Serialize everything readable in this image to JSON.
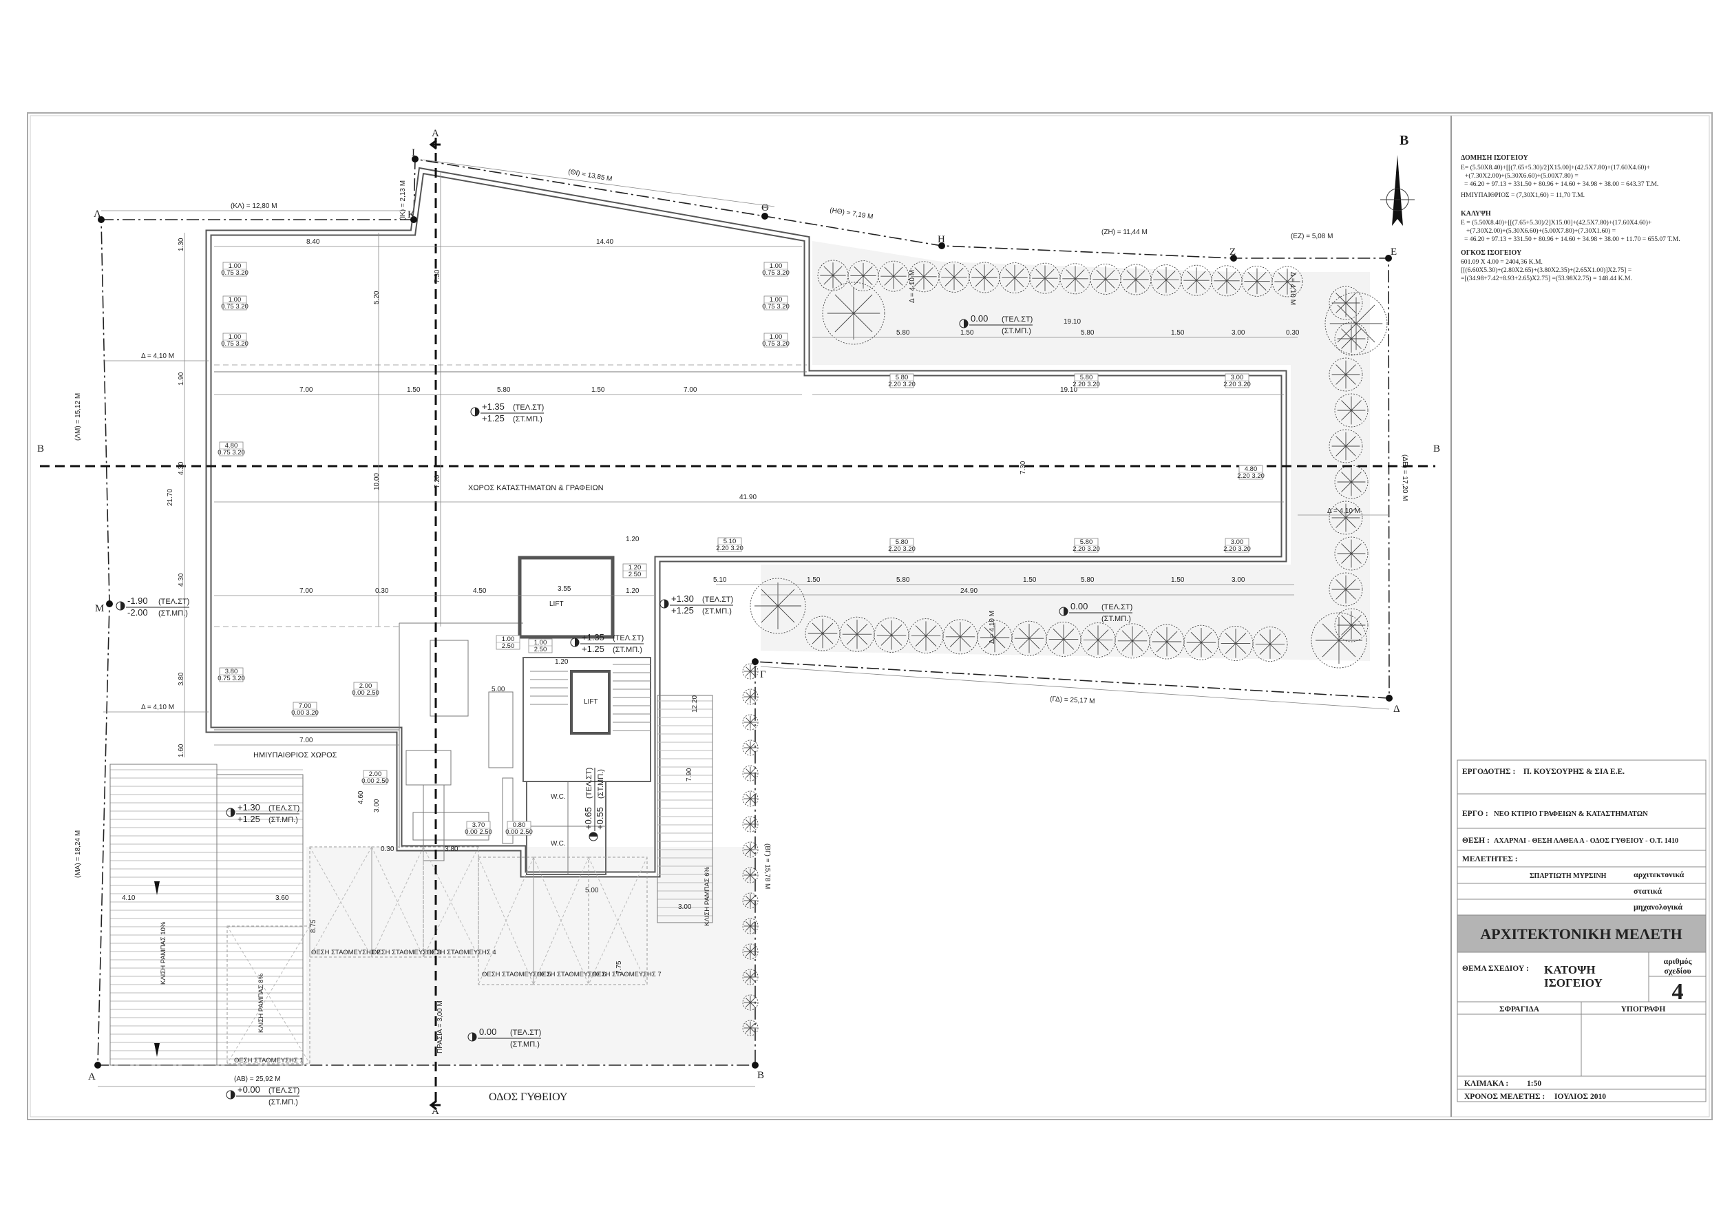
{
  "calculations": {
    "domisi_title": "ΔΟΜΗΣΗ ΙΣΟΓΕΙΟΥ",
    "domisi_lines": [
      "E= (5.50X8.40)+[[(7.65+5.30)/2]X15.00]+(42.5X7.80)+(17.60X4.60)+",
      "+(7.30X2.00)+(5.30X6.60)+(5.00X7.80) =",
      "= 46.20 + 97.13 + 331.50 + 80.96 + 14.60 + 34.98 + 38.00 = 643.37 T.M."
    ],
    "imiypaithrios": "ΗΜΙΥΠΑΙΘΡΙΟΣ = (7,30X1,60) = 11,70 T.M.",
    "kalypsi_title": "ΚΑΛΥΨΗ",
    "kalypsi_lines": [
      "E = (5.50X8.40)+[[(7.65+5.30)/2]X15.00]+(42.5X7.80)+(17.60X4.60)+",
      "+(7.30X2.00)+(5.30X6.60)+(5.00X7.80)+(7.30X1.60) =",
      "= 46.20 + 97.13 + 331.50 + 80.96 + 14.60 + 34.98 + 38.00 + 11.70 = 655.07 T.M."
    ],
    "ogkos_title": "ΟΓΚΟΣ ΙΣΟΓΕΙΟΥ",
    "ogkos_lines": [
      "601.09 X 4.00 = 2404,36 K.M.",
      "[[(6.60X5.30)+(2.80X2.65)+(3.80X2.35)+(2.65X1.00)]X2.75] =",
      "=[(34.98+7.42+8.93+2.65)X2.75] =(53.98X2.75) = 148.44 K.M."
    ]
  },
  "title_block": {
    "client_label": "ΕΡΓΟΔΟΤΗΣ :",
    "client": "Π. ΚΟΥΣΟΥΡΗΣ & ΣΙΑ Ε.Ε.",
    "project_label": "ΕΡΓΟ :",
    "project": "ΝΕΟ ΚΤΙΡΙΟ ΓΡΑΦΕΙΩΝ & ΚΑΤΑΣΤΗΜΑΤΩΝ",
    "location_label": "ΘΕΣΗ :",
    "location": "ΑΧΑΡΝΑΙ - ΘΕΣΗ ΛΑΘΕΑ Α - ΟΔΟΣ ΓΥΘΕΙΟΥ - Ο.Τ. 1410",
    "designers_label": "ΜΕΛΕΤΗΤΕΣ :",
    "designer": "ΣΠΑΡΤΙΩΤΗ ΜΥΡΣΙΝΗ",
    "disciplines": [
      "αρχιτεκτονικά",
      "στατικά",
      "μηχανολογικά"
    ],
    "study_title": "ΑΡΧΙΤΕΚΤΟΝΙΚΗ ΜΕΛΕΤΗ",
    "subject_label": "ΘΕΜΑ ΣΧΕΔΙΟΥ :",
    "subject_line1": "ΚΑΤΟΨΗ",
    "subject_line2": "ΙΣΟΓΕΙΟΥ",
    "drawing_no_label1": "αριθμός",
    "drawing_no_label2": "σχεδίου",
    "drawing_no": "4",
    "stamp_label": "ΣΦΡΑΓΙΔΑ",
    "signature_label": "ΥΠΟΓΡΑΦΗ",
    "scale_label": "ΚΛΙΜΑΚΑ :",
    "scale": "1:50",
    "date_label": "ΧΡΟΝΟΣ ΜΕΛΕΤΗΣ :",
    "date": "ΙΟΥΛΙΟΣ 2010",
    "band_color": "#b4b4b4"
  },
  "plan": {
    "north_label": "B",
    "corners": {
      "A": "A",
      "B": "B",
      "G": "Γ",
      "D": "Δ",
      "E": "E",
      "Z": "Z",
      "H": "H",
      "TH": "Θ",
      "I": "I",
      "K": "K",
      "L": "Λ",
      "M": "M"
    },
    "boundaries": {
      "KL": "(ΚΛ) = 12,80 M",
      "IK": "(ΙΚ) = 2,13 M",
      "THI": "(ΘΙ) = 13,85 M",
      "HTH": "(ΗΘ) = 7,19 M",
      "ZH": "(ΖΗ) = 11,44 M",
      "EZ": "(ΕΖ) = 5,08 M",
      "DE": "(ΔΕ) = 17,20 M",
      "GD": "(ΓΔ) = 25,17 M",
      "BG": "(ΒΓ) = 15,78 M",
      "AB": "(ΑΒ) = 25,92 M",
      "LM": "(ΛΜ) = 15,12 M",
      "MA": "(ΜΑ) = 18,24 M"
    },
    "setback": "Δ = 4,10 M",
    "sections": {
      "a": "A",
      "b": "B"
    },
    "rooms": {
      "main": "ΧΩΡΟΣ ΚΑΤΑΣΤΗΜΑΤΩΝ & ΓΡΑΦΕΙΩΝ",
      "semi_open": "ΗΜΙΥΠΑΙΘΡΙΟΣ ΧΩΡΟΣ",
      "lift": "LIFT",
      "wc": "W.C."
    },
    "parking": [
      "ΘΕΣΗ ΣΤΑΘΜΕΥΣΗΣ 1",
      "ΘΕΣΗ ΣΤΑΘΜΕΥΣΗΣ 2",
      "ΘΕΣΗ ΣΤΑΘΜΕΥΣΗΣ 3",
      "ΘΕΣΗ ΣΤΑΘΜΕΥΣΗΣ 4",
      "ΘΕΣΗ ΣΤΑΘΜΕΥΣΗΣ 5",
      "ΘΕΣΗ ΣΤΑΘΜΕΥΣΗΣ 6",
      "ΘΕΣΗ ΣΤΑΘΜΕΥΣΗΣ 7"
    ],
    "ramps": [
      "ΚΛΙΣΗ ΡΑΜΠΑΣ 10%",
      "ΚΛΙΣΗ ΡΑΜΠΑΣ 8%",
      "ΚΛΙΣΗ ΡΑΜΠΑΣ 6%"
    ],
    "front_yard": "ΠΡΑΣΙΑ = 3,00 M",
    "street": "ΟΔΟΣ ΓΥΘΕΙΟΥ",
    "level_tags": {
      "finish": "(ΤΕΛ.ΣΤ)",
      "slab": "(ΣΤ.ΜΠ.)"
    },
    "levels": [
      {
        "finish": "+1.35",
        "slab": "+1.25"
      },
      {
        "finish": "0.00",
        "slab": ""
      },
      {
        "finish": "-1.90",
        "slab": "-2.00"
      },
      {
        "finish": "+1.30",
        "slab": "+1.25"
      },
      {
        "finish": "+1.35",
        "slab": "+1.25"
      },
      {
        "finish": "+1.30",
        "slab": "+1.25"
      },
      {
        "finish": "+0.65",
        "slab": "+0.55"
      },
      {
        "finish": "0.00",
        "slab": ""
      },
      {
        "finish": "0.00",
        "slab": ""
      },
      {
        "finish": "+0.00",
        "slab": ""
      }
    ],
    "dims": [
      "8.40",
      "14.40",
      "7.00",
      "1.50",
      "5.80",
      "1.50",
      "7.00",
      "41.90",
      "19.10",
      "19.10",
      "5.80",
      "1.50",
      "5.80",
      "1.50",
      "3.00",
      "0.30",
      "1.30",
      "1.90",
      "4.30",
      "21.70",
      "4.30",
      "3.80",
      "1.60",
      "5.20",
      "7.30",
      "10.00",
      "7.20",
      "7.30",
      "7.00",
      "0.30",
      "4.50",
      "3.55",
      "1.20",
      "24.90",
      "5.10",
      "1.50",
      "5.80",
      "1.50",
      "5.80",
      "1.50",
      "3.00",
      "1.20",
      "5.00",
      "7.00",
      "3.60",
      "4.10",
      "8.75",
      "7.75",
      "12.20",
      "7.90",
      "3.00",
      "5.00",
      "3.80",
      "0.30",
      "4.60",
      "3.00",
      "1.20"
    ],
    "openings": [
      [
        "1.00",
        "0.75 3.20"
      ],
      [
        "1.00",
        "0.75 3.20"
      ],
      [
        "1.00",
        "0.75 3.20"
      ],
      [
        "1.00",
        "0.75 3.20"
      ],
      [
        "1.00",
        "0.75 3.20"
      ],
      [
        "1.00",
        "0.75 3.20"
      ],
      [
        "4.80",
        "0.75 3.20"
      ],
      [
        "3.80",
        "0.75 3.20"
      ],
      [
        "7.00",
        "0.00 3.20"
      ],
      [
        "2.00",
        "0.00 2.50"
      ],
      [
        "2.00",
        "0.00 2.50"
      ],
      [
        "5.80",
        "2.20 3.20"
      ],
      [
        "5.80",
        "2.20 3.20"
      ],
      [
        "3.00",
        "2.20 3.20"
      ],
      [
        "4.80",
        "2.20 3.20"
      ],
      [
        "5.10",
        "2.20 3.20"
      ],
      [
        "5.80",
        "2.20 3.20"
      ],
      [
        "5.80",
        "2.20 3.20"
      ],
      [
        "3.00",
        "2.20 3.20"
      ],
      [
        "3.70",
        "0.00 2.50"
      ],
      [
        "0.80",
        "0.00 2.50"
      ],
      [
        "1.00",
        "2.50"
      ],
      [
        "1.00",
        "2.50"
      ],
      [
        "1.20",
        "2.50"
      ]
    ]
  }
}
